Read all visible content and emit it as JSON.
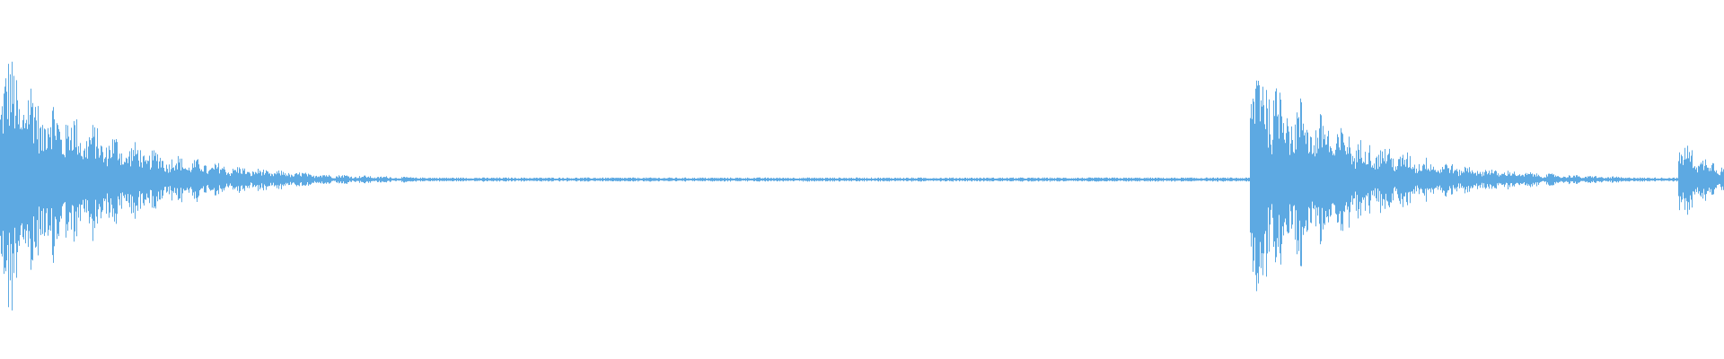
{
  "waveform": {
    "color": "#5DA9E2",
    "background": "#FFFFFF",
    "events": [
      {
        "start": 0.0,
        "peak": 0.85,
        "decay": 0.06
      },
      {
        "start": 0.725,
        "peak": 0.88,
        "decay": 0.055
      },
      {
        "start": 0.973,
        "peak": 0.26,
        "decay": 0.03
      }
    ],
    "noise_floor": 0.012
  }
}
